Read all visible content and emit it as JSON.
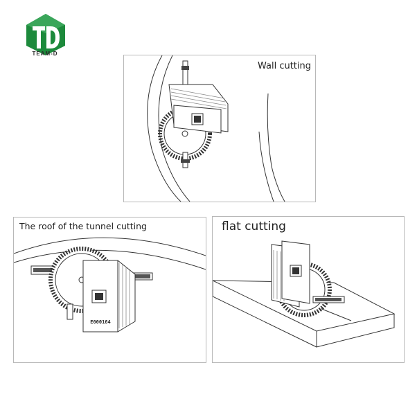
{
  "logo": {
    "icon": "team-d-logo-icon",
    "brand_color": "#1d8a3c",
    "text": "TEAM-D"
  },
  "panels": {
    "wall": {
      "caption": "Wall cutting"
    },
    "roof": {
      "caption": "The roof of the tunnel cutting"
    },
    "flat": {
      "caption": "flat cutting"
    }
  },
  "device": {
    "roof_model_label": "E000164",
    "line_color": "#333333"
  }
}
